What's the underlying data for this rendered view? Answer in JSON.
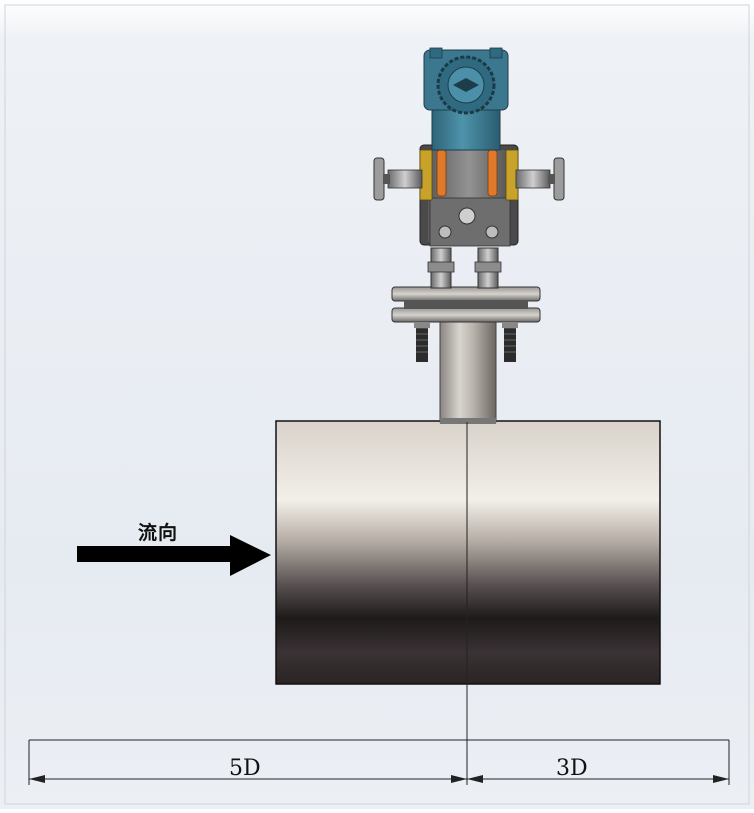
{
  "flow_direction_label": "流向",
  "dimension_upstream": "5D",
  "dimension_downstream": "3D",
  "colors": {
    "background_top": "#eef1f5",
    "transmitter_housing": "#3f7f96",
    "valve_orange": "#e07a2a",
    "pipe_dark": "#2a2424",
    "arrow": "#000000"
  },
  "icons": [
    "flow-arrow",
    "pressure-transmitter",
    "three-valve-manifold",
    "flange",
    "pipe-section",
    "center-line"
  ]
}
